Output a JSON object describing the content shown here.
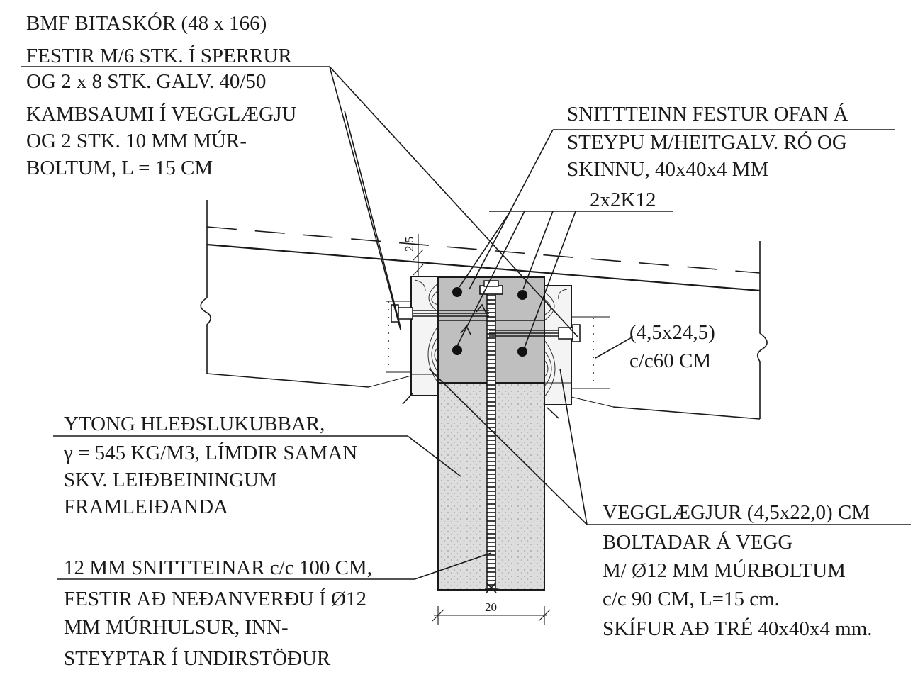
{
  "notes": {
    "bmf": [
      "BMF BITASKÓR (48 x 166)",
      "FESTIR M/6 STK. Í SPERRUR",
      "OG 2 x 8 STK. GALV. 40/50",
      "KAMBSAUMI Í VEGGLÆGJU",
      "OG 2 STK. 10 MM MÚR-",
      "BOLTUM, L = 15 CM"
    ],
    "snittteinn": [
      "SNITTTEINN FESTUR OFAN Á",
      "STEYPU M/HEITGALV. RÓ OG",
      "SKINNU, 40x40x4 MM"
    ],
    "rebar": "2x2K12",
    "rafter": [
      "(4,5x24,5)",
      "c/c60 CM"
    ],
    "ytong": [
      "YTONG HLEÐSLUKUBBAR,",
      "γ = 545 KG/M3, LÍMDIR SAMAN",
      "SKV. LEIÐBEININGUM",
      "FRAMLEIÐANDA"
    ],
    "rods": [
      "12 MM SNITTTEINAR c/c 100 CM,",
      "FESTIR AÐ NEÐANVERÐU Í Ø12",
      "MM MÚRHULSUR, INN-",
      "STEYPTAR Í UNDIRSTÖÐUR"
    ],
    "vegglaegjur": [
      "VEGGLÆGJUR (4,5x22,0) CM",
      "BOLTAÐAR Á VEGG",
      "M/ Ø12 MM MÚRBOLTUM",
      "c/c 90 CM, L=15 cm.",
      "SKÍFUR AÐ TRÉ 40x40x4 mm."
    ]
  },
  "dimensions": {
    "wall_width": "20",
    "offset": "2,5"
  }
}
